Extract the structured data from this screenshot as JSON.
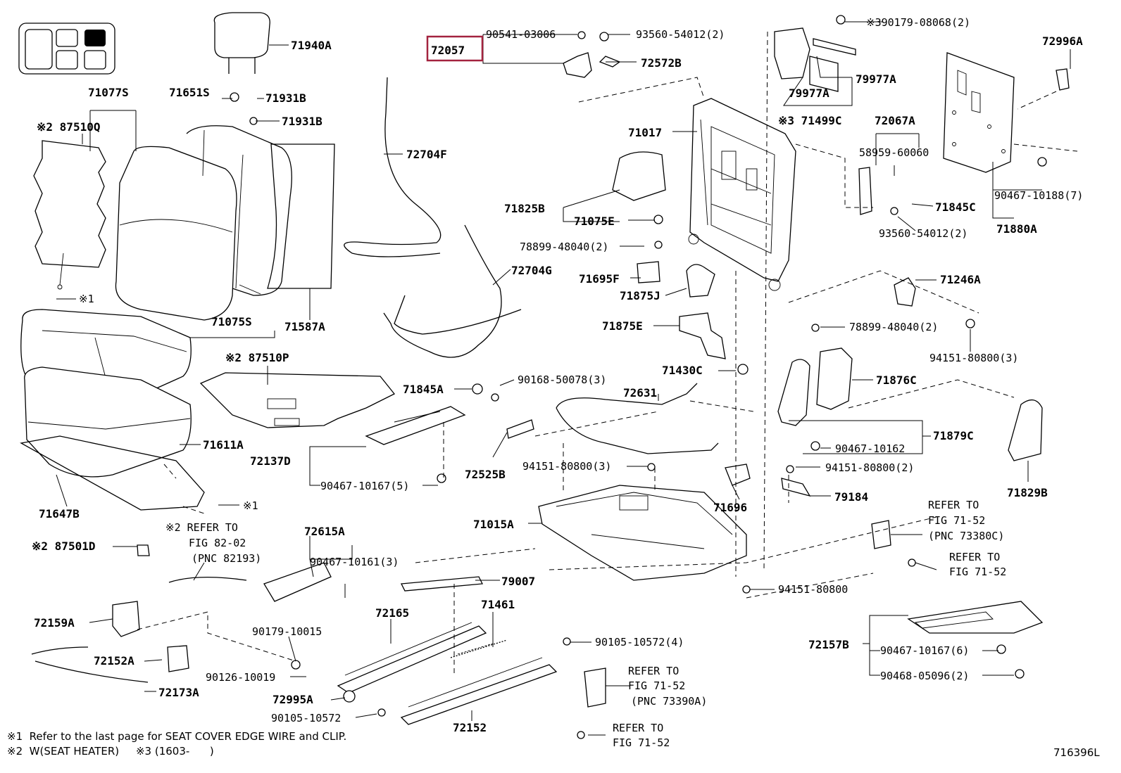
{
  "diagram": {
    "highlight_color": "#a3233f",
    "highlighted_part": "72057",
    "drawing_number": "716396L",
    "footnotes": [
      "※1  Refer to the last page for SEAT COVER EDGE WIRE and CLIP.",
      "※2  W(SEAT HEATER)     ※3 (1603-      )"
    ],
    "labels": [
      {
        "id": "l71940a",
        "text": "71940A"
      },
      {
        "id": "l71077s",
        "text": "71077S"
      },
      {
        "id": "l71651s",
        "text": "71651S"
      },
      {
        "id": "l71931b1",
        "text": "71931B"
      },
      {
        "id": "l71931b2",
        "text": "71931B"
      },
      {
        "id": "l87510q",
        "text": "※2 87510Q"
      },
      {
        "id": "l72704f",
        "text": "72704F"
      },
      {
        "id": "l71587a",
        "text": "71587A"
      },
      {
        "id": "l71075s",
        "text": "71075S"
      },
      {
        "id": "l87510p",
        "text": "※2 87510P"
      },
      {
        "id": "l71611a",
        "text": "71611A"
      },
      {
        "id": "l71647b",
        "text": "71647B"
      },
      {
        "id": "l_x1a",
        "text": "※1"
      },
      {
        "id": "l_x1b",
        "text": "※1"
      },
      {
        "id": "l72057",
        "text": "72057"
      },
      {
        "id": "l90541",
        "text": "90541-03006"
      },
      {
        "id": "l93560a",
        "text": "93560-54012(2)"
      },
      {
        "id": "l72572b",
        "text": "72572B"
      },
      {
        "id": "l90179a",
        "text": "※390179-08068(2)"
      },
      {
        "id": "l79977a1",
        "text": "79977A"
      },
      {
        "id": "l79977a2",
        "text": "79977A"
      },
      {
        "id": "l71499c",
        "text": "※3 71499C"
      },
      {
        "id": "l72996a",
        "text": "72996A"
      },
      {
        "id": "l71017",
        "text": "71017"
      },
      {
        "id": "l72067a",
        "text": "72067A"
      },
      {
        "id": "l58959",
        "text": "58959-60060"
      },
      {
        "id": "l71825b",
        "text": "71825B"
      },
      {
        "id": "l71075e",
        "text": "71075E"
      },
      {
        "id": "l71845c",
        "text": "71845C"
      },
      {
        "id": "l93560b",
        "text": "93560-54012(2)"
      },
      {
        "id": "l90467a",
        "text": "90467-10188(7)"
      },
      {
        "id": "l71880a",
        "text": "71880A"
      },
      {
        "id": "l78899a",
        "text": "78899-48040(2)"
      },
      {
        "id": "l72704g",
        "text": "72704G"
      },
      {
        "id": "l71695f",
        "text": "71695F"
      },
      {
        "id": "l71875j",
        "text": "71875J"
      },
      {
        "id": "l71246a",
        "text": "71246A"
      },
      {
        "id": "l78899b",
        "text": "78899-48040(2)"
      },
      {
        "id": "l71875e",
        "text": "71875E"
      },
      {
        "id": "l94151a",
        "text": "94151-80800(3)"
      },
      {
        "id": "l71430c",
        "text": "71430C"
      },
      {
        "id": "l71876c",
        "text": "71876C"
      },
      {
        "id": "l71845a",
        "text": "71845A"
      },
      {
        "id": "l90168",
        "text": "90168-50078(3)"
      },
      {
        "id": "l72631",
        "text": "72631"
      },
      {
        "id": "l71879c",
        "text": "71879C"
      },
      {
        "id": "l90467b",
        "text": "90467-10162"
      },
      {
        "id": "l72137d",
        "text": "72137D"
      },
      {
        "id": "l72525b",
        "text": "72525B"
      },
      {
        "id": "l94151b",
        "text": "94151-80800(3)"
      },
      {
        "id": "l94151c",
        "text": "94151-80800(2)"
      },
      {
        "id": "l71829b",
        "text": "71829B"
      },
      {
        "id": "l90467c",
        "text": "90467-10167(5)"
      },
      {
        "id": "l71696",
        "text": "71696"
      },
      {
        "id": "l79184",
        "text": "79184"
      },
      {
        "id": "l71015a",
        "text": "71015A"
      },
      {
        "id": "l_refer1",
        "text": "REFER TO"
      },
      {
        "id": "l_fig1",
        "text": "FIG 71-52"
      },
      {
        "id": "l_pnc1",
        "text": "(PNC 73380C)"
      },
      {
        "id": "l_refer2",
        "text": "REFER TO"
      },
      {
        "id": "l_fig2",
        "text": "FIG 71-52"
      },
      {
        "id": "l_x2refer",
        "text": "※2 REFER TO"
      },
      {
        "id": "l_fig82",
        "text": "FIG 82-02"
      },
      {
        "id": "l_pnc82",
        "text": "(PNC 82193)"
      },
      {
        "id": "l72615a",
        "text": "72615A"
      },
      {
        "id": "l87501d",
        "text": "※2 87501D"
      },
      {
        "id": "l90467d",
        "text": "90467-10161(3)"
      },
      {
        "id": "l79007",
        "text": "79007"
      },
      {
        "id": "l94151d",
        "text": "94151-80800"
      },
      {
        "id": "l72165",
        "text": "72165"
      },
      {
        "id": "l71461",
        "text": "71461"
      },
      {
        "id": "l72159a",
        "text": "72159A"
      },
      {
        "id": "l90179b",
        "text": "90179-10015"
      },
      {
        "id": "l90105a",
        "text": "90105-10572(4)"
      },
      {
        "id": "l72157b",
        "text": "72157B"
      },
      {
        "id": "l90467e",
        "text": "90467-10167(6)"
      },
      {
        "id": "l72152a",
        "text": "72152A"
      },
      {
        "id": "l90126",
        "text": "90126-10019"
      },
      {
        "id": "l_refer3",
        "text": "REFER TO"
      },
      {
        "id": "l_fig3",
        "text": "FIG 71-52"
      },
      {
        "id": "l_pnc3",
        "text": "(PNC 73390A)"
      },
      {
        "id": "l90468",
        "text": "90468-05096(2)"
      },
      {
        "id": "l72173a",
        "text": "72173A"
      },
      {
        "id": "l72995a",
        "text": "72995A"
      },
      {
        "id": "l90105b",
        "text": "90105-10572"
      },
      {
        "id": "l72152",
        "text": "72152"
      },
      {
        "id": "l_refer4",
        "text": "REFER TO"
      },
      {
        "id": "l_fig4",
        "text": "FIG 71-52"
      }
    ]
  }
}
